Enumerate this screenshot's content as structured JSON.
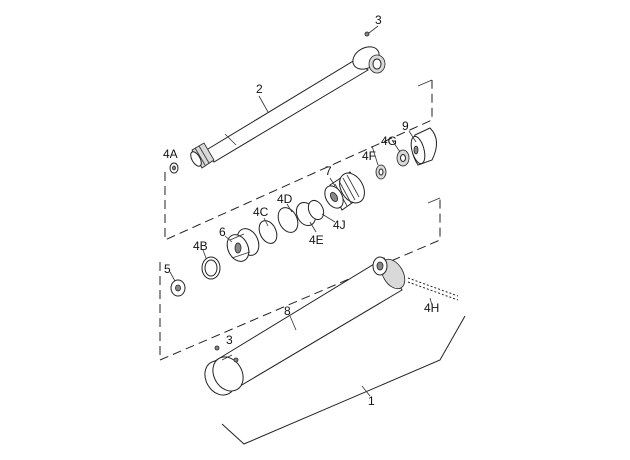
{
  "labels": {
    "p1": "1",
    "p2": "2",
    "p3_top": "3",
    "p3_bottom": "3",
    "p4a": "4A",
    "p4b": "4B",
    "p4c": "4C",
    "p4d": "4D",
    "p4e": "4E",
    "p4f": "4F",
    "p4g": "4G",
    "p4h": "4H",
    "p4j": "4J",
    "p5": "5",
    "p6": "6",
    "p7": "7",
    "p8": "8",
    "p9": "9"
  }
}
